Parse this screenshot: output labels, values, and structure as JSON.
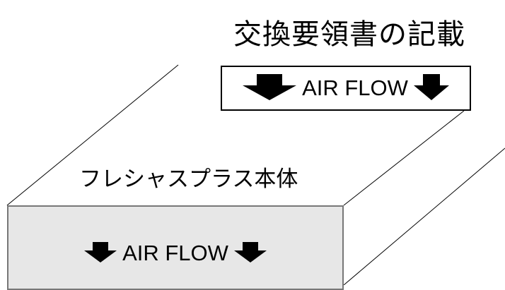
{
  "header": {
    "title": "交換要領書の記載"
  },
  "label_box": {
    "flow_text": "AIR FLOW"
  },
  "unit": {
    "name": "フレシャスプラス本体",
    "flow_text": "AIR FLOW"
  },
  "colors": {
    "face_fill": "#e7e7e7",
    "face_border": "#777777",
    "line": "#000000"
  },
  "icons": {
    "flow_arrow": "arrow-down-icon"
  }
}
